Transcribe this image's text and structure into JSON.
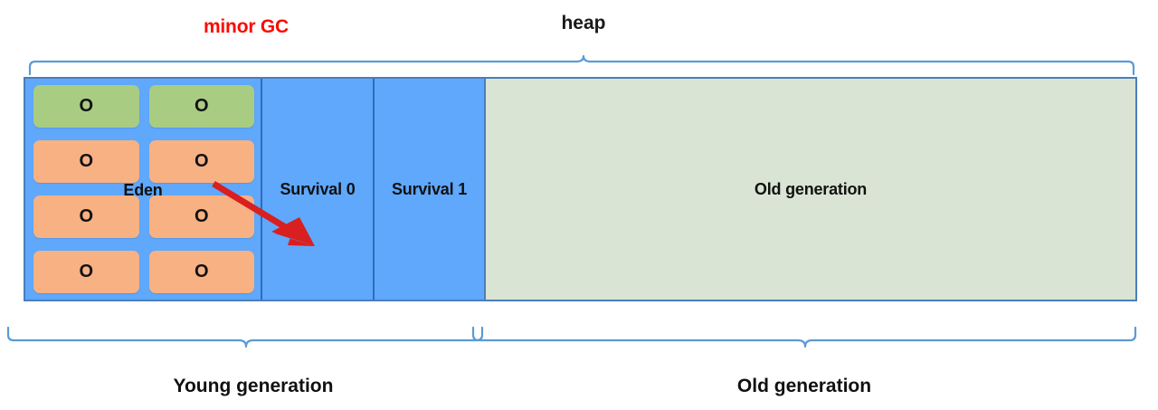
{
  "diagram": {
    "title_top_right": "heap",
    "annotation": "minor GC",
    "annotation_color": "#fb0b04",
    "brace_color": "#5b9bd5",
    "colors": {
      "young_generation_fill": "#5fa8fb",
      "old_generation_fill": "#d9e4d4",
      "object_survived_fill": "#a9cc83",
      "object_new_fill": "#f8b183",
      "outline": "#4a7ebb"
    },
    "regions": [
      {
        "name": "eden",
        "label": "Eden"
      },
      {
        "name": "survival-0",
        "label": "Survival 0"
      },
      {
        "name": "survival-1",
        "label": "Survival 1"
      },
      {
        "name": "old-generation",
        "label": "Old generation"
      }
    ],
    "eden_objects": [
      {
        "value": "O",
        "state": "green"
      },
      {
        "value": "O",
        "state": "green"
      },
      {
        "value": "O",
        "state": "orange"
      },
      {
        "value": "O",
        "state": "orange"
      },
      {
        "value": "O",
        "state": "orange"
      },
      {
        "value": "O",
        "state": "orange"
      },
      {
        "value": "O",
        "state": "orange"
      },
      {
        "value": "O",
        "state": "orange"
      }
    ],
    "braces": [
      {
        "name": "heap",
        "label": "heap",
        "position": "top",
        "spans": "whole heap"
      },
      {
        "name": "young-generation",
        "label": "Young generation",
        "position": "bottom",
        "spans": "eden + survival 0 + survival 1"
      },
      {
        "name": "old-generation",
        "label": "Old generation",
        "position": "bottom",
        "spans": "old generation"
      }
    ],
    "arrow": {
      "name": "minor-gc-arrow",
      "color": "#d91f1f",
      "from": "Eden",
      "to": "Survival 0"
    }
  }
}
